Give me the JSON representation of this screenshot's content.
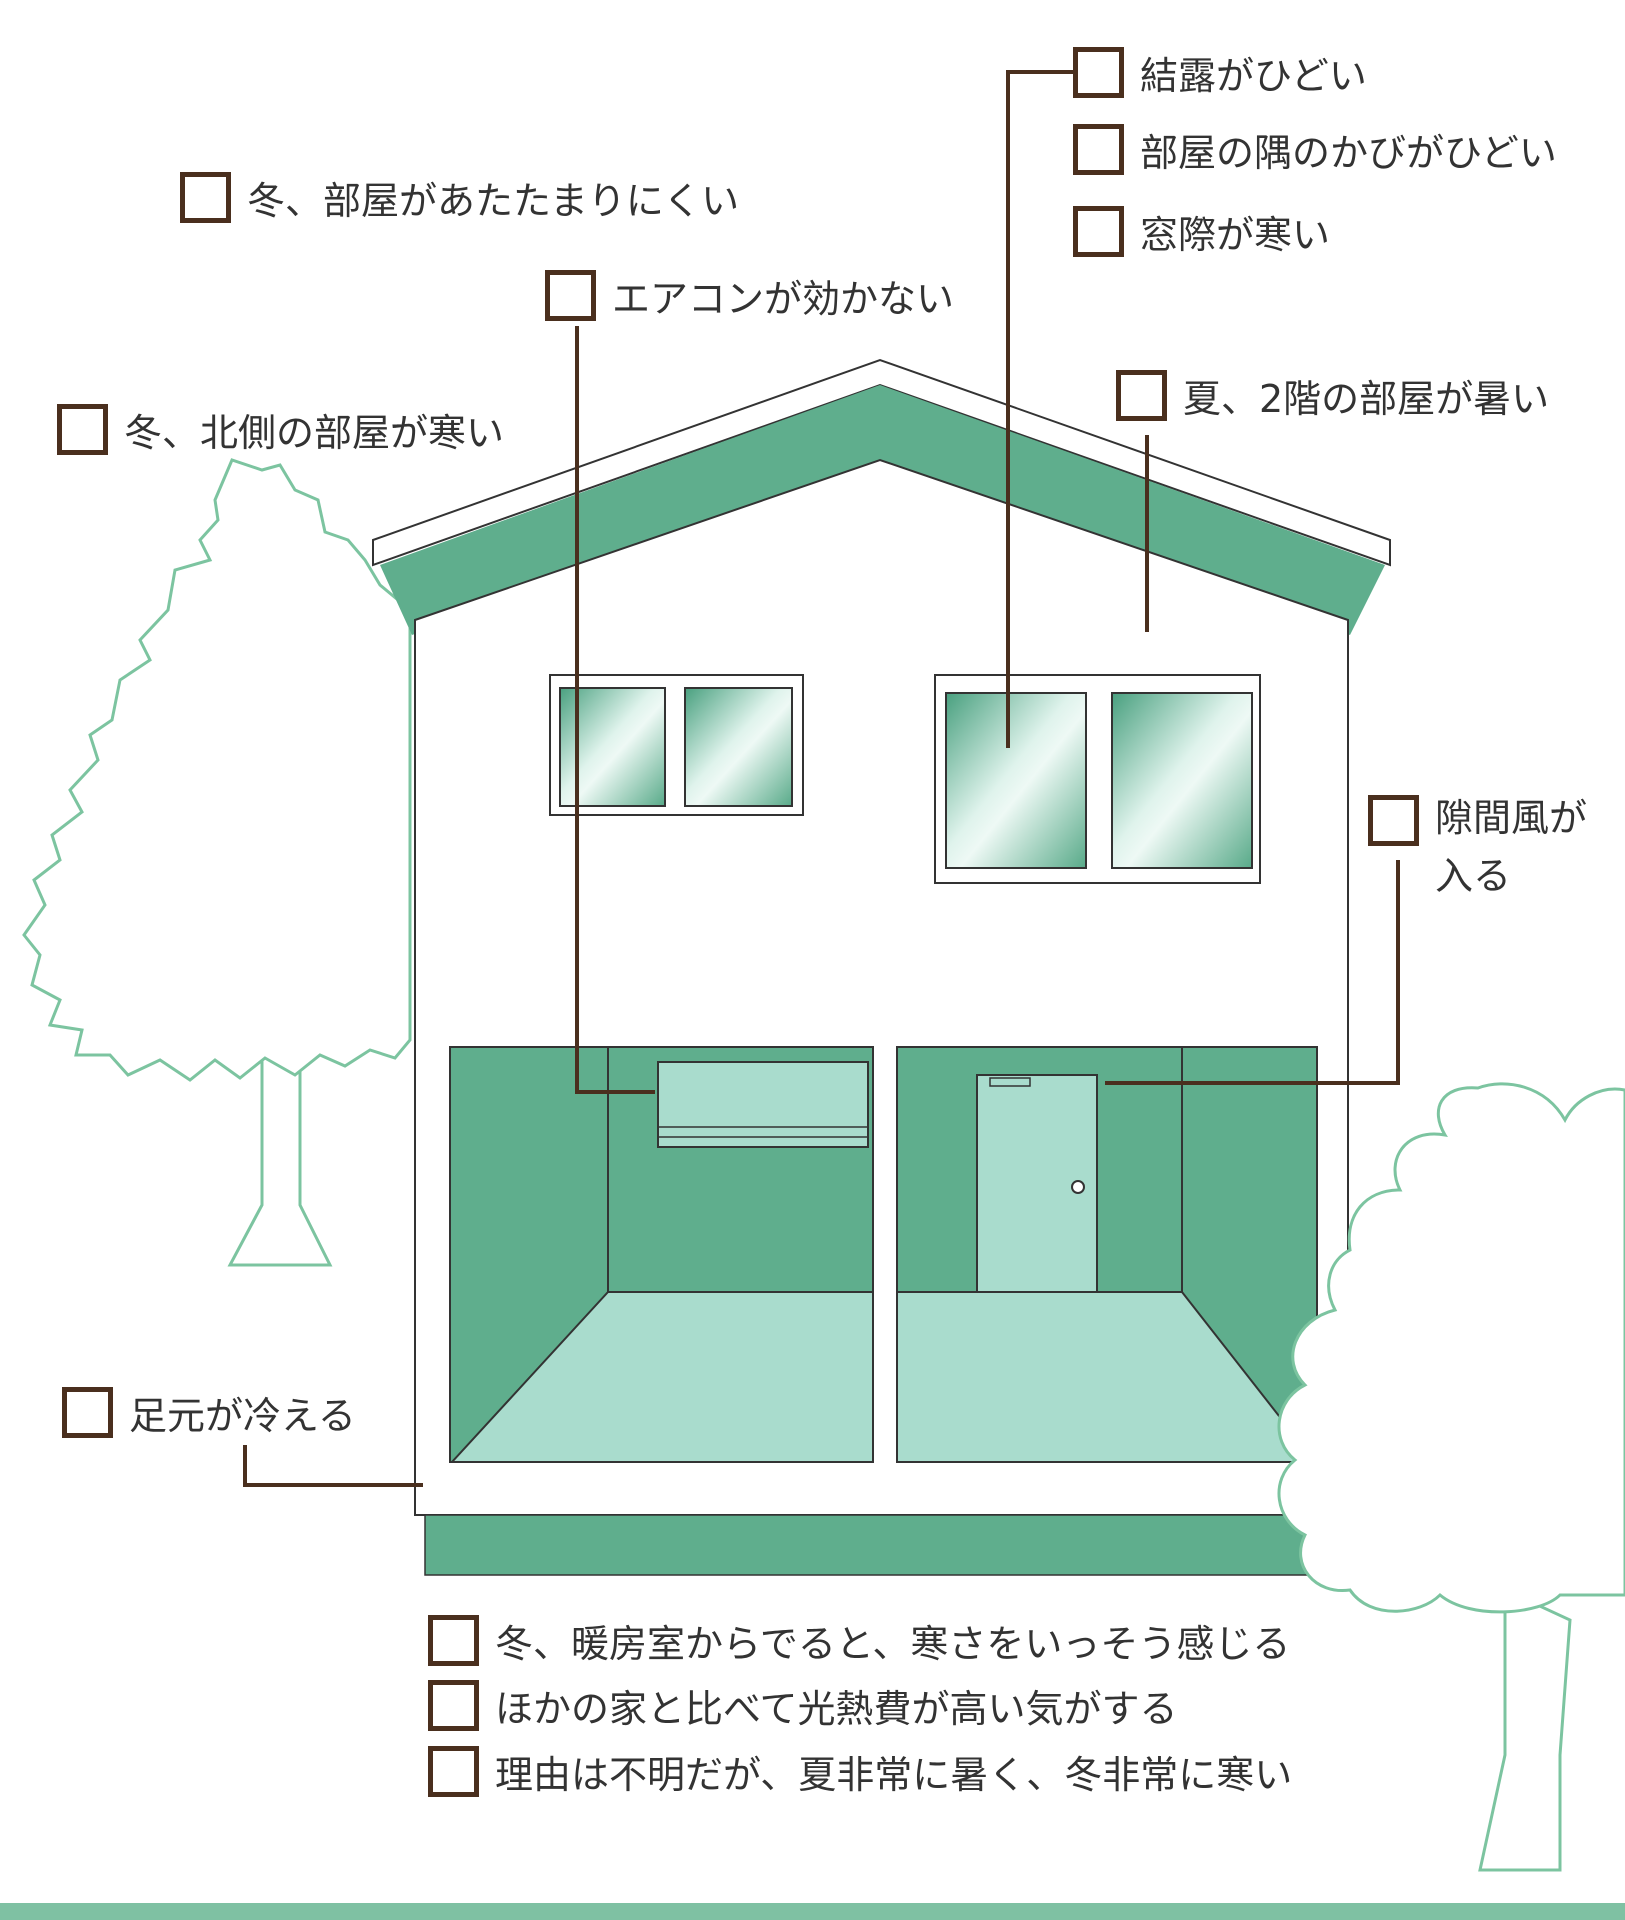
{
  "checklist": {
    "top_right": [
      "結露がひどい",
      "部屋の隅のかびがひどい",
      "窓際が寒い"
    ],
    "winter_room": "冬、部屋があたたまりにくい",
    "aircon": "エアコンが効かない",
    "north_room": "冬、北側の部屋が寒い",
    "summer_2f": "夏、2階の部屋が暑い",
    "draft_line1": "隙間風が",
    "draft_line2": "入る",
    "feet_cold": "足元が冷える",
    "bottom": [
      "冬、暖房室からでると、寒さをいっそう感じる",
      "ほかの家と比べて光熱費が高い気がする",
      "理由は不明だが、夏非常に暑く、冬非常に寒い"
    ]
  },
  "colors": {
    "wall_green": "#5fae8d",
    "light_green": "#a9dccd",
    "line_brown": "#4a2f1e",
    "tree_outline": "#7cc4a0",
    "ground": "#7fc1a3"
  }
}
